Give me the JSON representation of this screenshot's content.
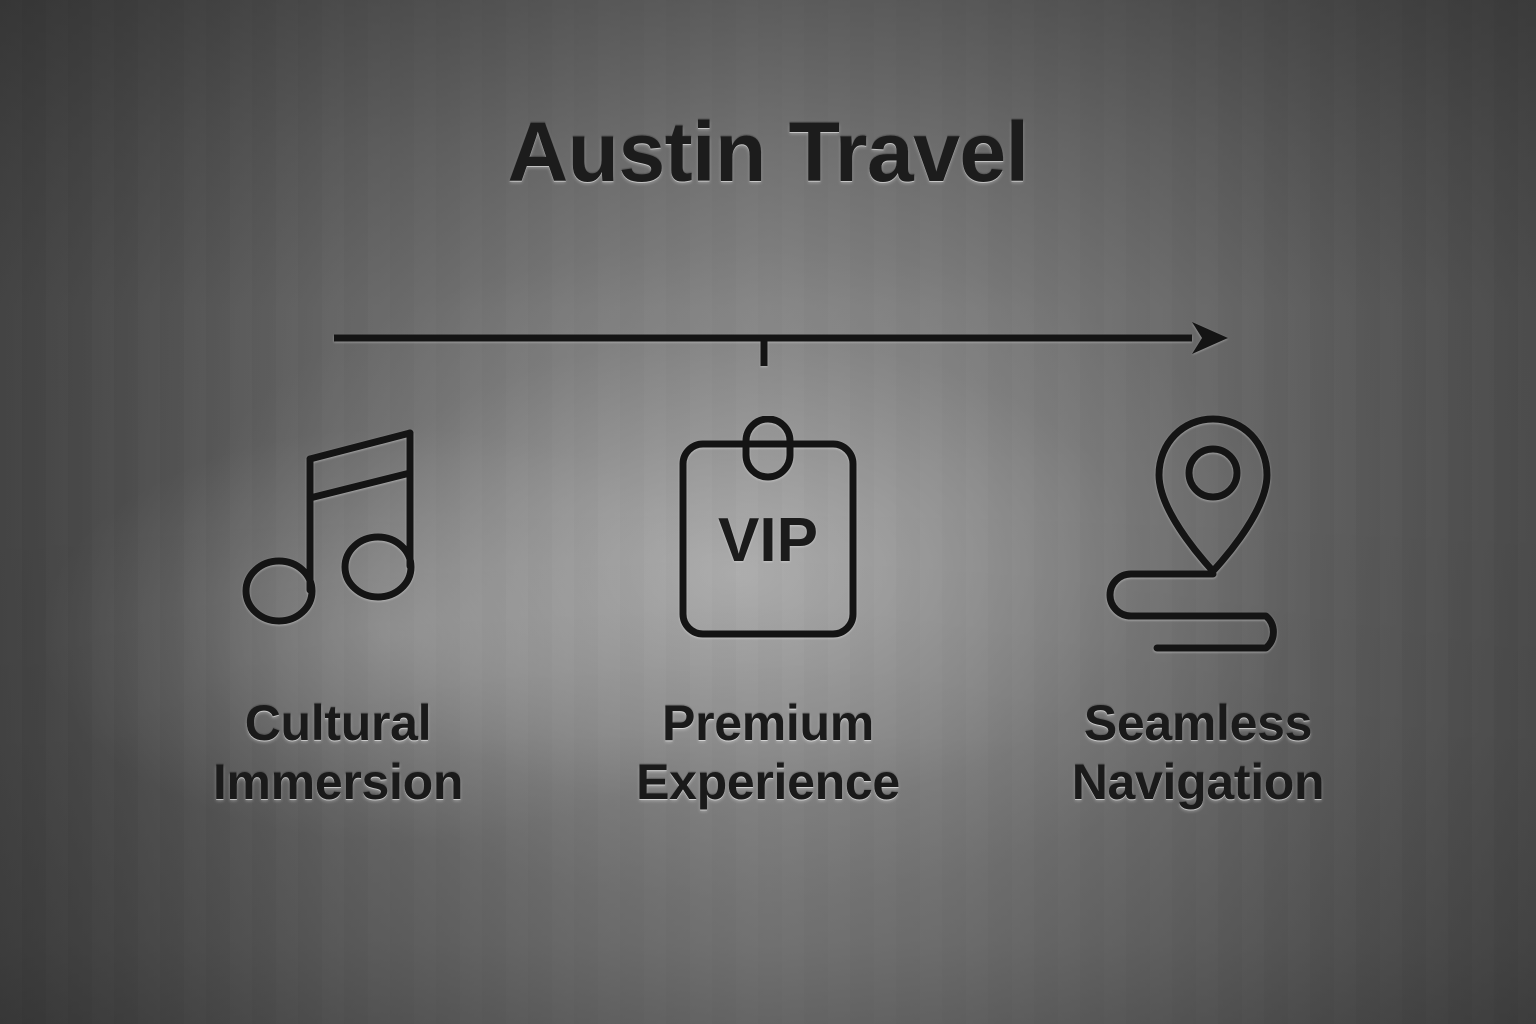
{
  "title": "Austin Travel",
  "timeline": {
    "name": "progress-arrow",
    "direction": "right",
    "tick_count": 1
  },
  "columns": [
    {
      "icon": "music-note-icon",
      "label_line1": "Cultural",
      "label_line2": "Immersion"
    },
    {
      "icon": "vip-badge-icon",
      "badge_text": "VIP",
      "label_line1": "Premium",
      "label_line2": "Experience"
    },
    {
      "icon": "map-pin-route-icon",
      "label_line1": "Seamless",
      "label_line2": "Navigation"
    }
  ],
  "colors": {
    "ink": "#1a1a1a",
    "background_dark": "#454545",
    "background_mid": "#6e6e6e",
    "background_light": "#9a9a9a"
  }
}
